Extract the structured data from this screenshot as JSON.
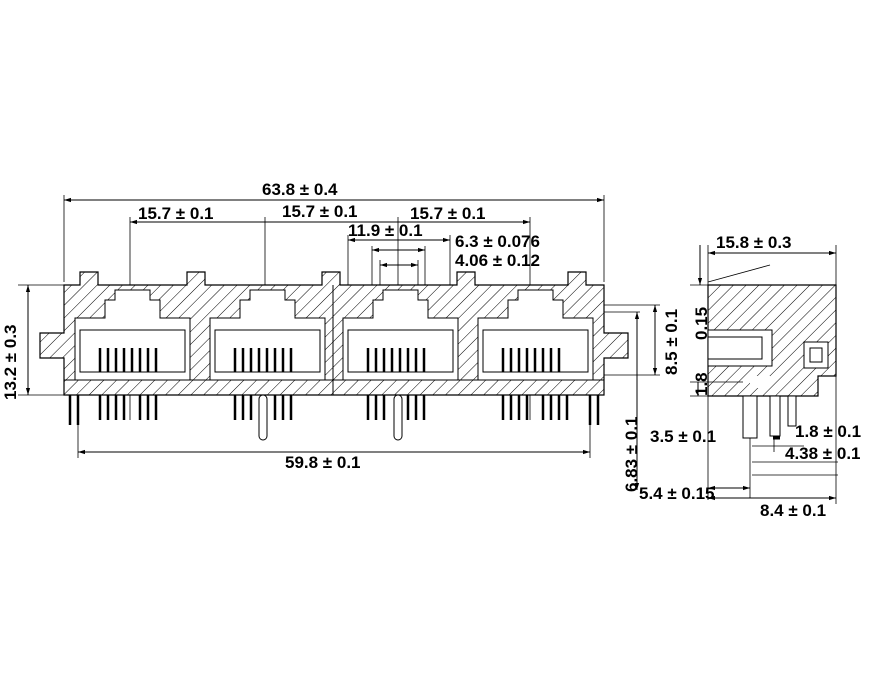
{
  "front_view": {
    "overall_length": "63.8 ± 0.4",
    "port_pitch_1": "15.7 ± 0.1",
    "port_pitch_2": "15.7 ± 0.1",
    "port_pitch_3": "15.7 ± 0.1",
    "pin_span": "11.9 ± 0.1",
    "pin_pitch_a": "6.3 ± 0.076",
    "pin_pitch_b": "4.06 ± 0.12",
    "height": "13.2 ± 0.3",
    "body_width": "59.8 ± 0.1",
    "window_height": "8.5 ± 0.1",
    "panel_offset": "6.83 ± 0.1"
  },
  "side_view": {
    "depth": "15.8 ± 0.3",
    "top_thickness": "0.15",
    "standoff": "1.8",
    "pin_row_a": "3.5 ± 0.1",
    "pin_row_b": "1.8 ± 0.1",
    "pin_row_c": "4.38 ± 0.1",
    "peg_offset": "5.4 ± 0.15",
    "pin_depth": "8.4 ± 0.1"
  }
}
